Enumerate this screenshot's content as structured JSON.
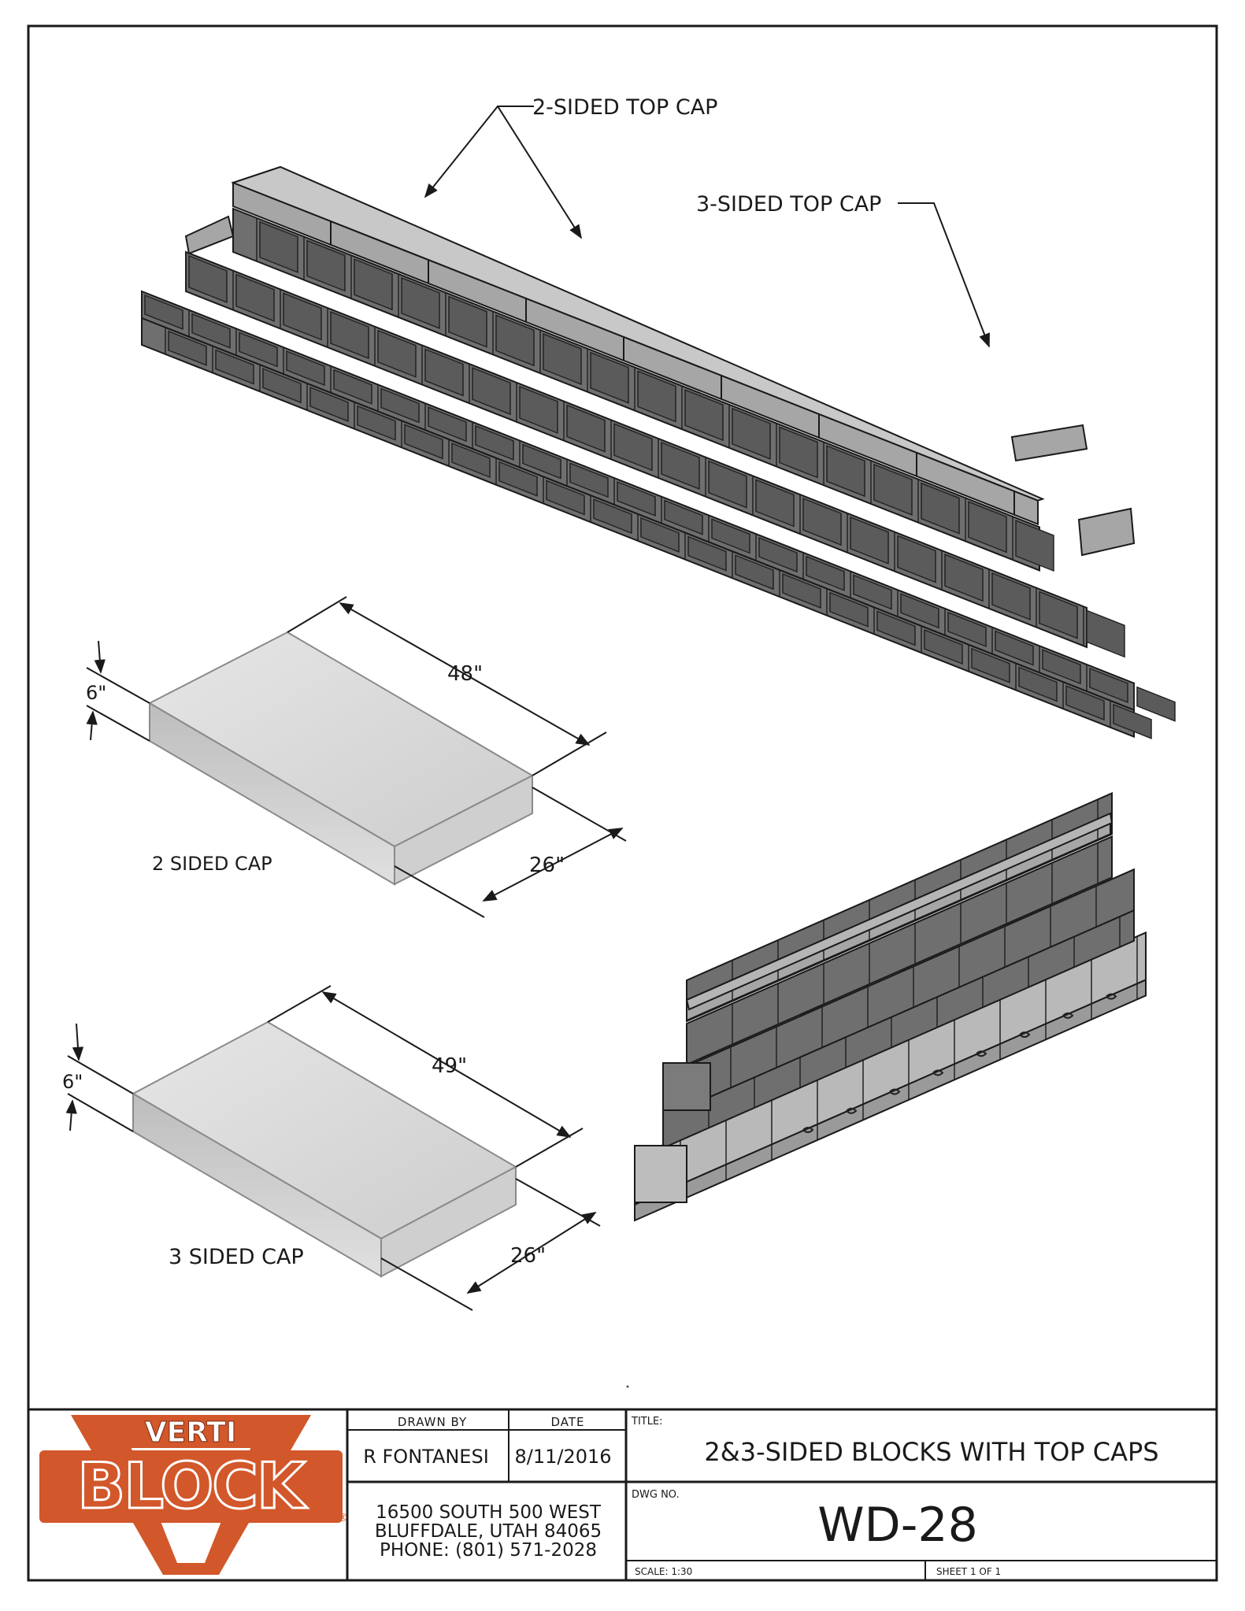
{
  "drawing": {
    "callouts": {
      "two_sided_top_cap": "2-SIDED TOP CAP",
      "three_sided_top_cap": "3-SIDED TOP CAP"
    },
    "cap_2_sided": {
      "label": "2 SIDED CAP",
      "length": "48\"",
      "width": "26\"",
      "thickness": "6\""
    },
    "cap_3_sided": {
      "label": "3 SIDED CAP",
      "length": "49\"",
      "width": "26\"",
      "thickness": "6\""
    }
  },
  "title_block": {
    "logo": {
      "top": "VERTI",
      "main": "BLOCK",
      "mark": "®"
    },
    "drawn_by_label": "DRAWN BY",
    "drawn_by": "R FONTANESI",
    "date_label": "DATE",
    "date": "8/11/2016",
    "title_label": "TITLE:",
    "title": "2&3-SIDED BLOCKS WITH TOP CAPS",
    "address_line1": "16500 SOUTH 500 WEST",
    "address_line2": "BLUFFDALE, UTAH 84065",
    "phone": "PHONE: (801) 571-2028",
    "dwg_no_label": "DWG NO.",
    "dwg_no": "WD-28",
    "scale": "SCALE: 1:30",
    "sheet": "SHEET 1 OF 1"
  },
  "colors": {
    "block_face": "#6f6f6f",
    "block_top": "#a6a6a6",
    "cap_face": "#d4d4d4",
    "logo_orange": "#d2572a",
    "line": "#1a1a1a"
  }
}
